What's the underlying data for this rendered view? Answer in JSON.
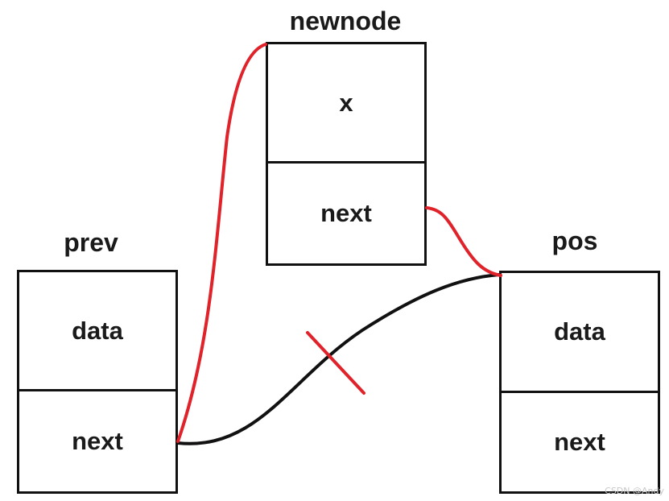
{
  "nodes": {
    "newnode": {
      "label": "newnode",
      "top_field": "x",
      "bottom_field": "next"
    },
    "prev": {
      "label": "prev",
      "top_field": "data",
      "bottom_field": "next"
    },
    "pos": {
      "label": "pos",
      "top_field": "data",
      "bottom_field": "next"
    }
  },
  "links": {
    "new_link_color": "#e0222a",
    "old_link_color": "#111111",
    "cross_mark_color": "#e0222a"
  },
  "watermark": "CSDN @Andy"
}
